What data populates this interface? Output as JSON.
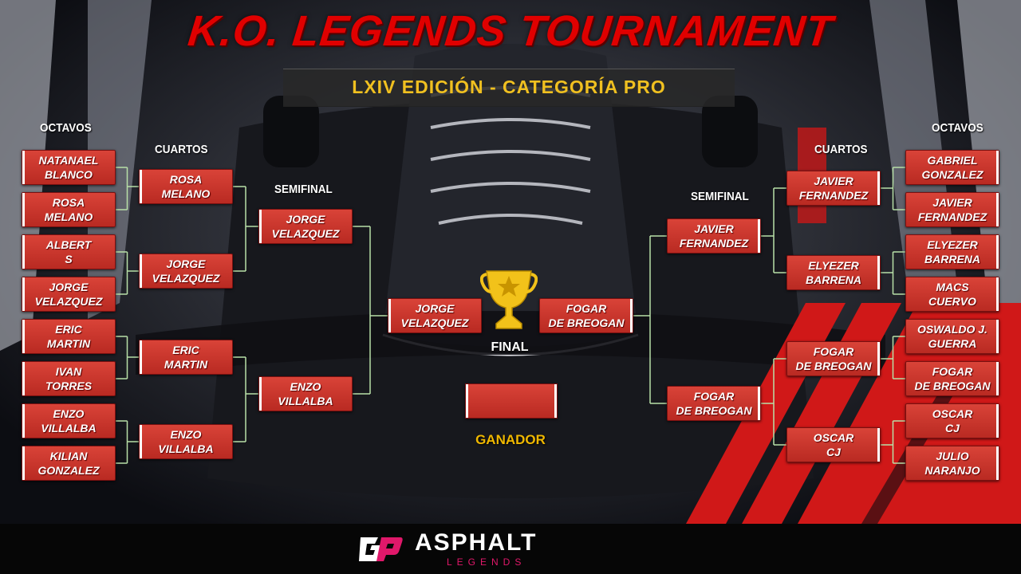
{
  "title": "K.O. LEGENDS TOURNAMENT",
  "subtitle": "LXIV EDICIÓN - CATEGORÍA PRO",
  "rounds": {
    "octavos": "OCTAVOS",
    "cuartos": "CUARTOS",
    "semifinal": "SEMIFINAL",
    "final": "FINAL",
    "ganador": "GANADOR"
  },
  "left": {
    "octavos": [
      "NATANAEL\nBLANCO",
      "ROSA\nMELANO",
      "ALBERT\nS",
      "JORGE\nVELAZQUEZ",
      "ERIC\nMARTIN",
      "IVAN\nTORRES",
      "ENZO\nVILLALBA",
      "KILIAN\nGONZALEZ"
    ],
    "cuartos": [
      "ROSA\nMELANO",
      "JORGE\nVELAZQUEZ",
      "ERIC\nMARTIN",
      "ENZO\nVILLALBA"
    ],
    "semifinal": [
      "JORGE\nVELAZQUEZ",
      "ENZO\nVILLALBA"
    ],
    "final": "JORGE\nVELAZQUEZ"
  },
  "right": {
    "octavos": [
      "GABRIEL\nGONZALEZ",
      "JAVIER\nFERNANDEZ",
      "ELYEZER\nBARRENA",
      "MACS\nCUERVO",
      "OSWALDO J.\nGUERRA",
      "FOGAR\nDE BREOGAN",
      "OSCAR\nCJ",
      "JULIO\nNARANJO"
    ],
    "cuartos": [
      "JAVIER\nFERNANDEZ",
      "ELYEZER\nBARRENA",
      "FOGAR\nDE BREOGAN",
      "OSCAR\nCJ"
    ],
    "semifinal": [
      "JAVIER\nFERNANDEZ",
      "FOGAR\nDE BREOGAN"
    ],
    "final": "FOGAR\nDE BREOGAN"
  },
  "winner": "",
  "logo": {
    "name": "ASPHALT",
    "sub": "LEGENDS"
  },
  "colors": {
    "title": "#e00000",
    "subtitle": "#f0c020",
    "box": "#c8342b",
    "connector": "#b8e0a8",
    "winner_label": "#f0b800"
  }
}
